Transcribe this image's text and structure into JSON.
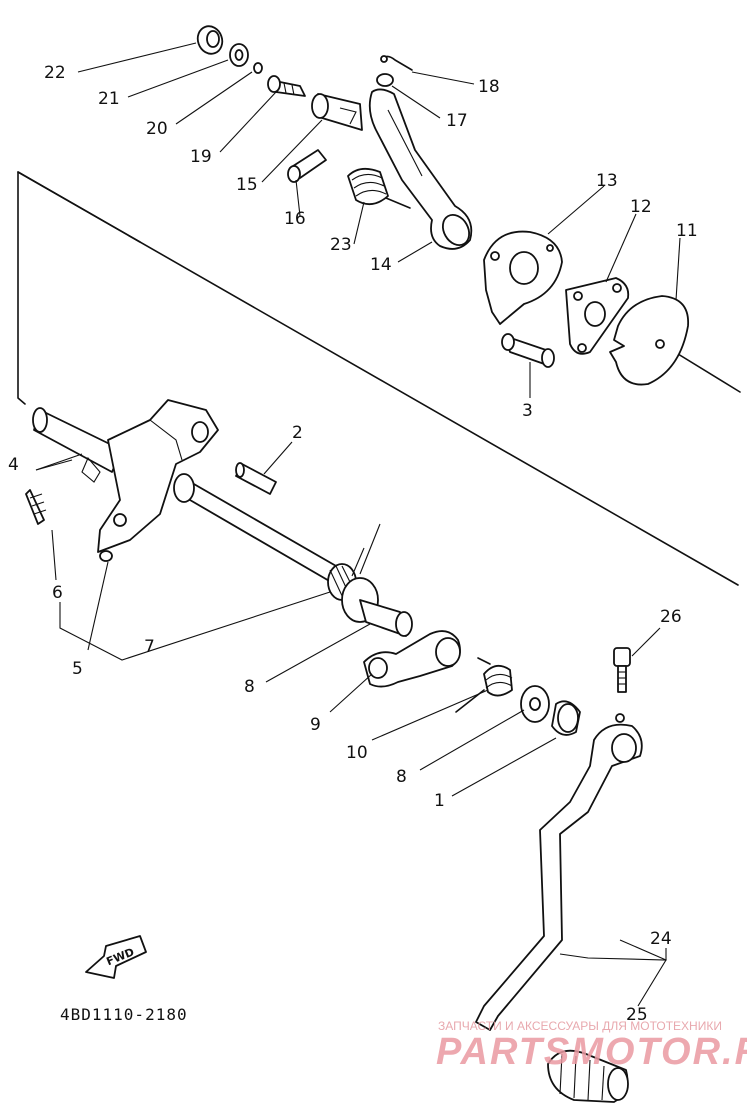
{
  "callouts": [
    {
      "id": "c1",
      "text": "1"
    },
    {
      "id": "c2",
      "text": "2"
    },
    {
      "id": "c3",
      "text": "3"
    },
    {
      "id": "c4",
      "text": "4"
    },
    {
      "id": "c5",
      "text": "5"
    },
    {
      "id": "c6",
      "text": "6"
    },
    {
      "id": "c7",
      "text": "7"
    },
    {
      "id": "c8a",
      "text": "8"
    },
    {
      "id": "c8b",
      "text": "8"
    },
    {
      "id": "c9",
      "text": "9"
    },
    {
      "id": "c10",
      "text": "10"
    },
    {
      "id": "c11",
      "text": "11"
    },
    {
      "id": "c12",
      "text": "12"
    },
    {
      "id": "c13",
      "text": "13"
    },
    {
      "id": "c14",
      "text": "14"
    },
    {
      "id": "c15",
      "text": "15"
    },
    {
      "id": "c16",
      "text": "16"
    },
    {
      "id": "c17",
      "text": "17"
    },
    {
      "id": "c18",
      "text": "18"
    },
    {
      "id": "c19",
      "text": "19"
    },
    {
      "id": "c20",
      "text": "20"
    },
    {
      "id": "c21",
      "text": "21"
    },
    {
      "id": "c22",
      "text": "22"
    },
    {
      "id": "c23",
      "text": "23"
    },
    {
      "id": "c24",
      "text": "24"
    },
    {
      "id": "c25",
      "text": "25"
    },
    {
      "id": "c26",
      "text": "26"
    }
  ],
  "diagram_code": "4BD1110-2180",
  "fwd_label": "FWD",
  "watermark": {
    "tagline": "ЗАПЧАСТИ И АКСЕССУАРЫ ДЛЯ МОТОТЕХНИКИ",
    "brand": "PARTSMOTOR.RU"
  },
  "colors": {
    "ink": "#111111",
    "watermark": "#e8959c"
  }
}
